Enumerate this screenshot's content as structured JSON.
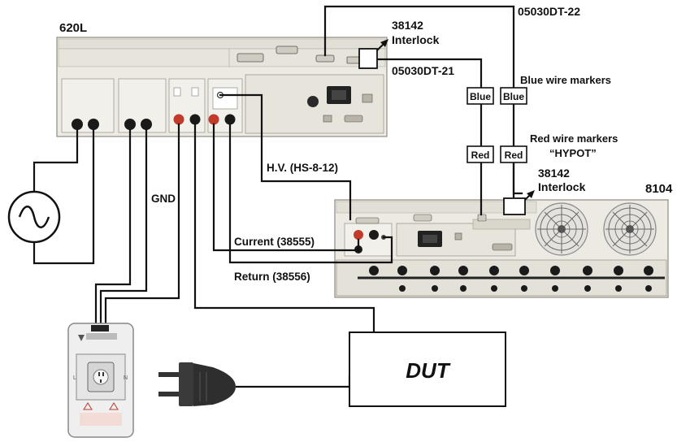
{
  "instruments": {
    "source": {
      "model": "620L"
    },
    "hipot": {
      "model": "8104"
    }
  },
  "cables": {
    "upper_interlock": {
      "part": "38142",
      "word": "Interlock"
    },
    "lower_interlock": {
      "part": "38142",
      "word": "Interlock"
    },
    "cable_22": "05030DT-22",
    "cable_21": "05030DT-21",
    "hv": "H.V. (HS-8-12)",
    "current": "Current (38555)",
    "return": "Return (38556)",
    "gnd": "GND"
  },
  "markers": {
    "blue_title": "Blue wire markers",
    "red_title_line1": "Red wire markers",
    "red_title_line2": "“HYPOT”",
    "blue_tag": "Blue",
    "red_tag": "Red"
  },
  "dut": {
    "label": "DUT"
  },
  "symbols": [
    "ac-source-symbol",
    "power-plug",
    "outlet-adapter"
  ],
  "colors": {
    "panel": "#eceae3",
    "panel_dark": "#d9d6cc",
    "wire": "#111111",
    "jack_red": "#c23b2a",
    "jack_black": "#1a1a1a"
  }
}
